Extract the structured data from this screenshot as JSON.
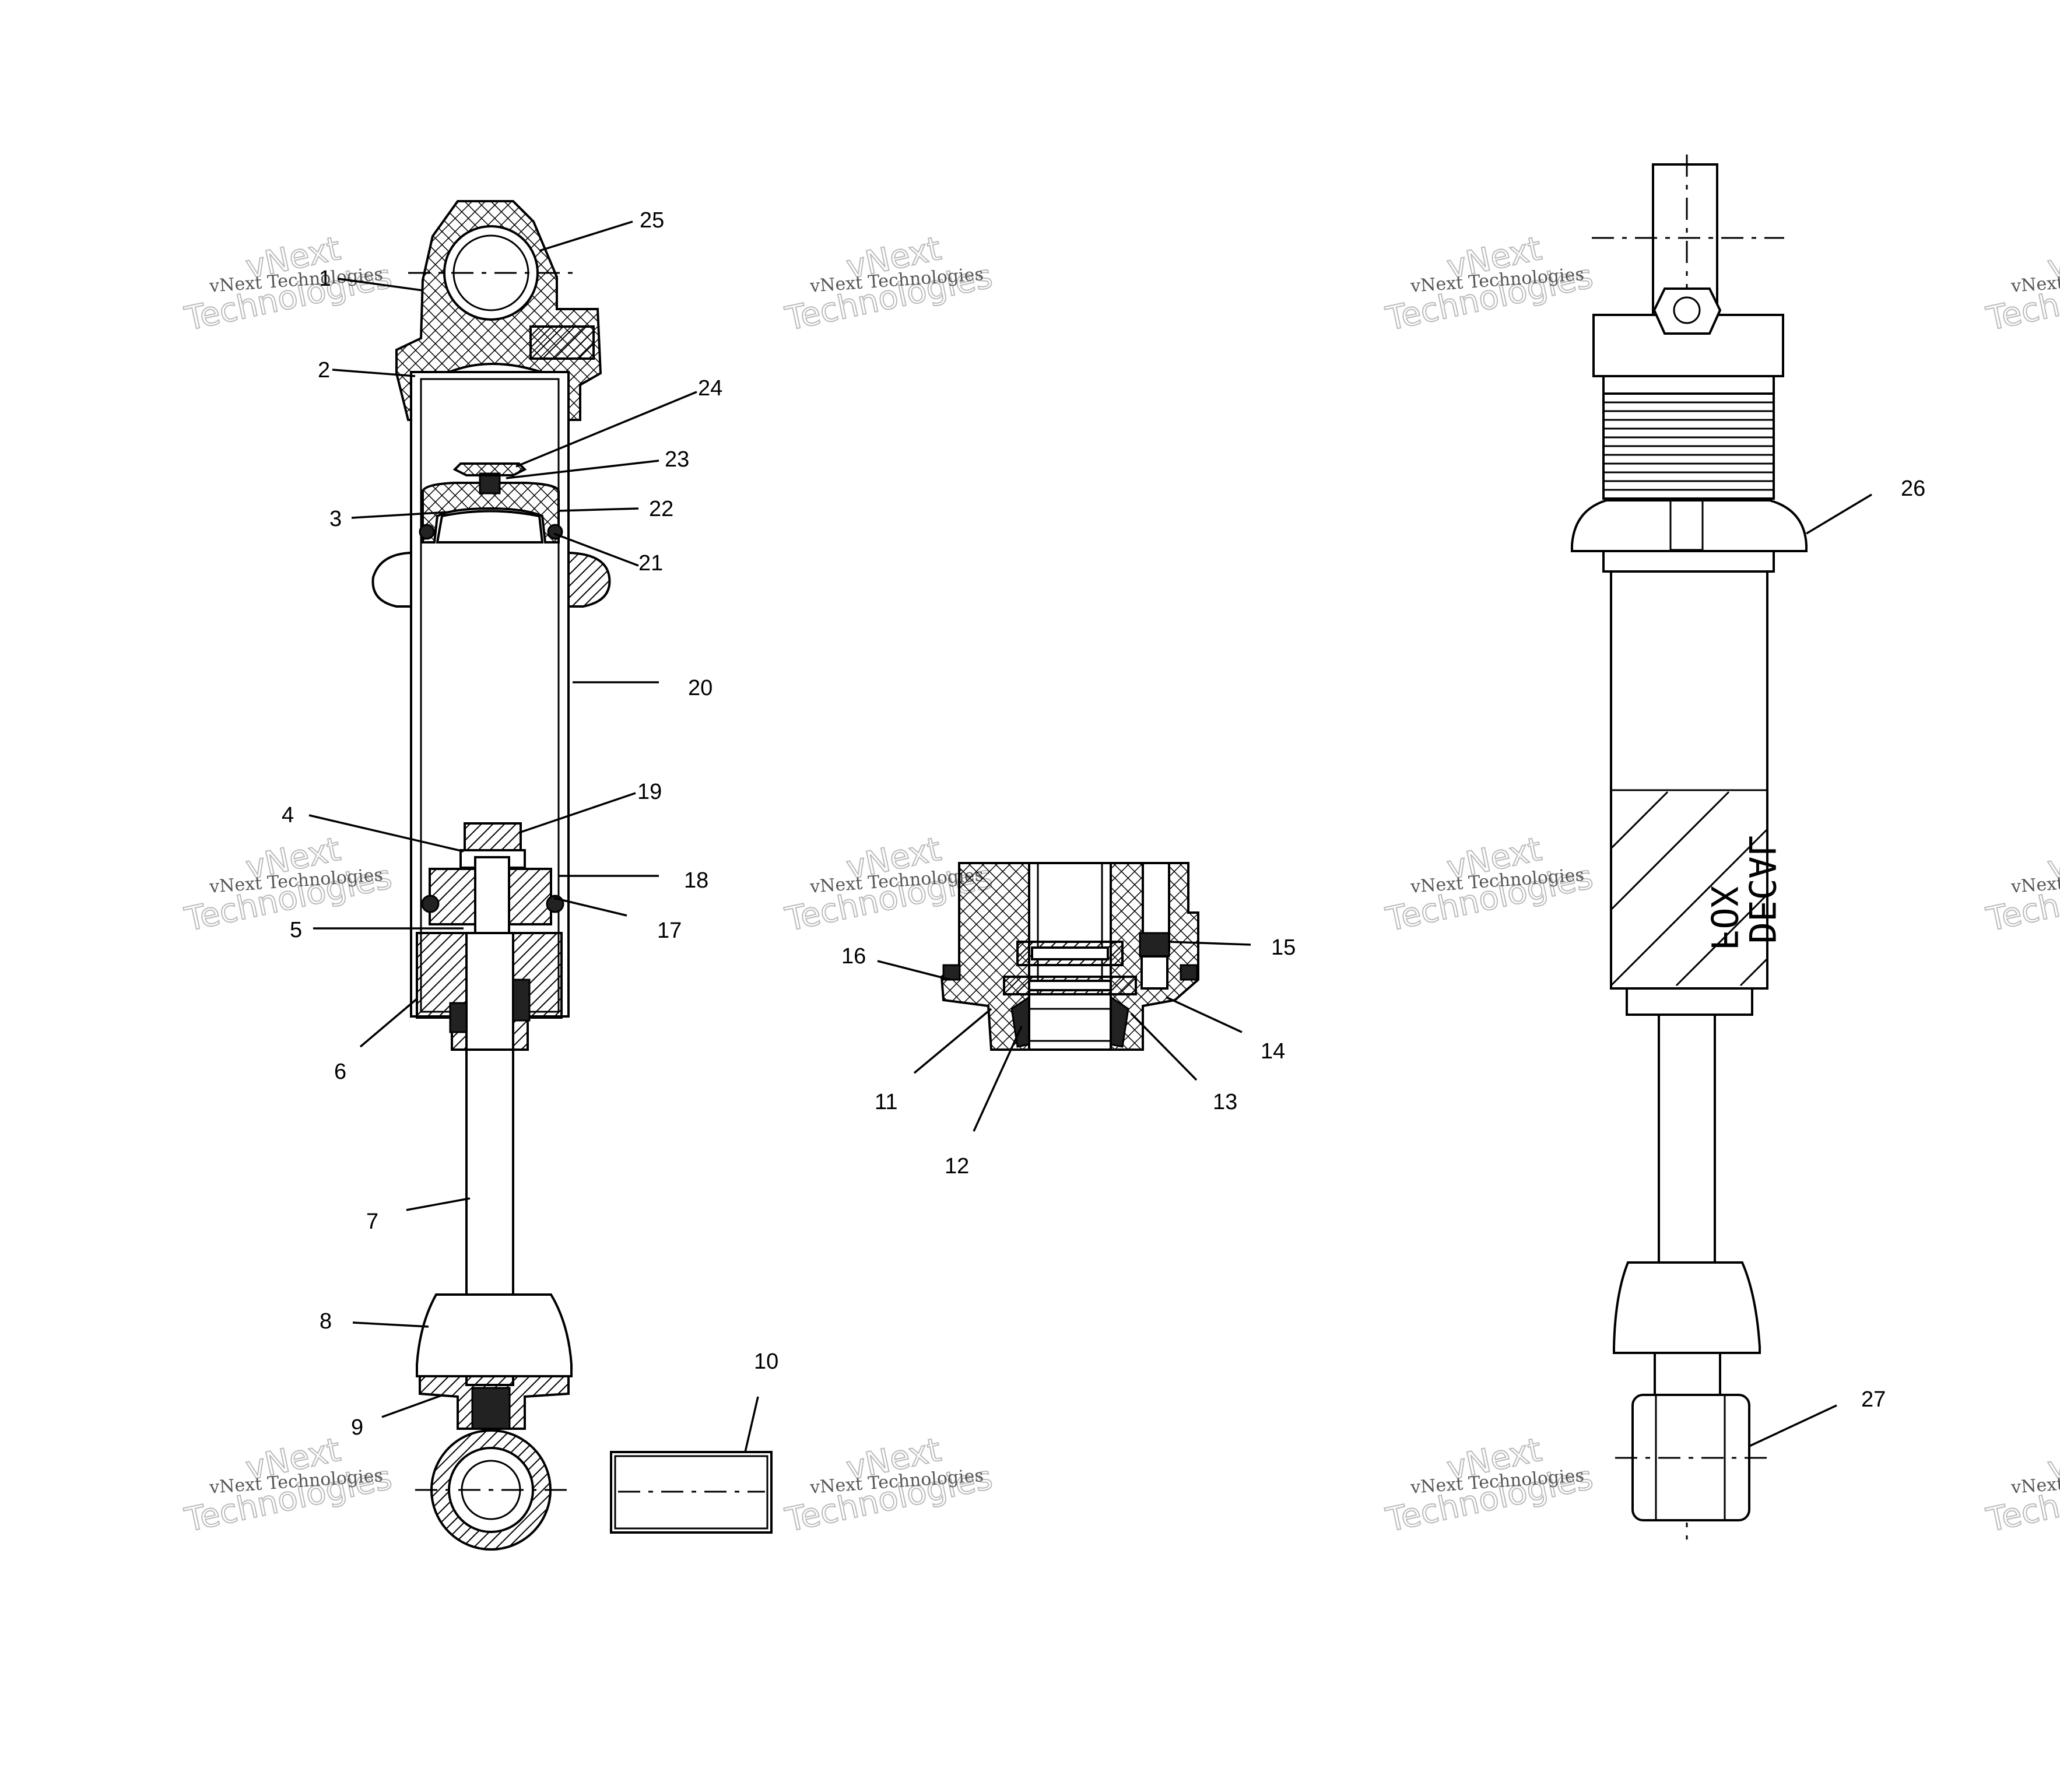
{
  "diagram": {
    "watermark": {
      "line1": "vNext Technologies",
      "line2": "Technologies",
      "accent": "vNext"
    },
    "callouts": {
      "c1": "1",
      "c2": "2",
      "c3": "3",
      "c4": "4",
      "c5": "5",
      "c6": "6",
      "c7": "7",
      "c8": "8",
      "c9": "9",
      "c10": "10",
      "c11": "11",
      "c12": "12",
      "c13": "13",
      "c14": "14",
      "c15": "15",
      "c16": "16",
      "c17": "17",
      "c18": "18",
      "c19": "19",
      "c20": "20",
      "c21": "21",
      "c22": "22",
      "c23": "23",
      "c24": "24",
      "c25": "25",
      "c26": "26",
      "c27": "27"
    },
    "decal": {
      "line1": "DECAL",
      "line2": "FOX"
    }
  }
}
